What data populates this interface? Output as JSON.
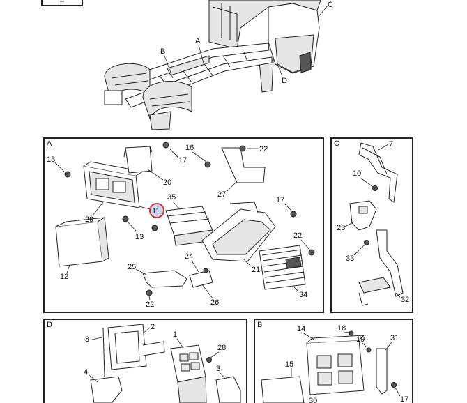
{
  "sections": {
    "A": {
      "label": "A"
    },
    "B": {
      "label": "B"
    },
    "C": {
      "label": "C"
    },
    "D": {
      "label": "D"
    }
  },
  "overview": {
    "callout_A": "A",
    "callout_B": "B",
    "callout_C": "C",
    "callout_D": "D"
  },
  "highlight": {
    "number": "11",
    "ring_color": "#d03030",
    "fill_color": "#c9d4f2"
  },
  "callouts_A": {
    "c13a": "13",
    "c20": "20",
    "c17a": "17",
    "c16": "16",
    "c22a": "22",
    "c27": "27",
    "c35": "35",
    "c29": "29",
    "c13b": "13",
    "c17b": "17",
    "c22b": "22",
    "c12": "12",
    "c24": "24",
    "c21": "21",
    "c25": "25",
    "c22c": "22",
    "c26": "26",
    "c34": "34"
  },
  "callouts_C": {
    "c7": "7",
    "c10": "10",
    "c23": "23",
    "c33": "33",
    "c32": "32"
  },
  "callouts_D": {
    "c8": "8",
    "c2": "2",
    "c1": "1",
    "c28": "28",
    "c4": "4",
    "c3": "3"
  },
  "callouts_B": {
    "c14": "14",
    "c18": "18",
    "c19": "19",
    "c31": "31",
    "c15": "15",
    "c30": "30",
    "c17": "17"
  }
}
